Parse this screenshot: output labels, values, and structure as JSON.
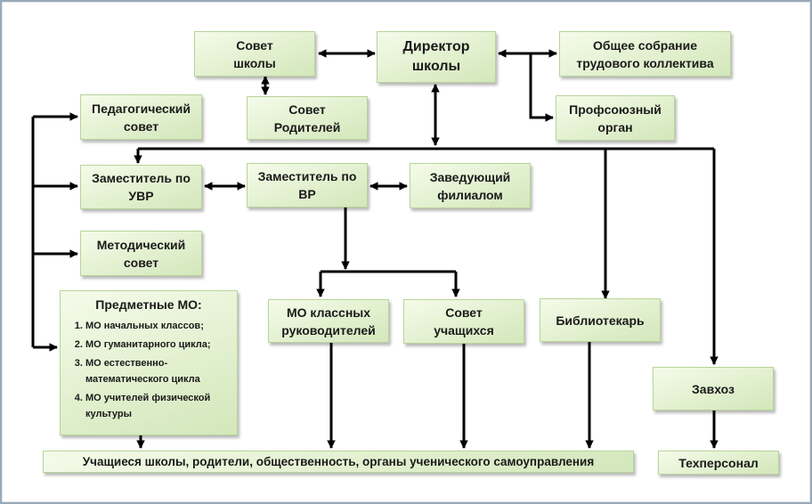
{
  "boxes": {
    "school_council": "Совет школы",
    "director": "Директор школы",
    "general_meeting": "Общее собрание трудового коллектива",
    "pedagogical_council": "Педагогический совет",
    "parents_council": "Совет Родителей",
    "trade_union": "Профсоюзный орган",
    "deputy_uvr": "Заместитель по УВР",
    "deputy_vr": "Заместитель по ВР",
    "branch_head": "Заведующий филиалом",
    "methodical_council": "Методический совет",
    "subject_mo": {
      "title": "Предметные МО:",
      "items": [
        "МО начальных  классов;",
        "МО гуманитарного цикла;",
        "МО естественно-математического цикла",
        "МО учителей физической культуры"
      ]
    },
    "class_teachers_mo": "МО классных руководителей",
    "students_council": "Совет учащихся",
    "librarian": "Библиотекарь",
    "caretaker": "Завхоз",
    "stakeholders": "Учащиеся школы, родители, общественность, органы ученического самоуправления",
    "tech_staff": "Техперсонал"
  },
  "colors": {
    "box_fill": "#e2f0cf",
    "box_border": "#b9d39a",
    "line": "#000000",
    "frame": "#9aa9b8"
  }
}
